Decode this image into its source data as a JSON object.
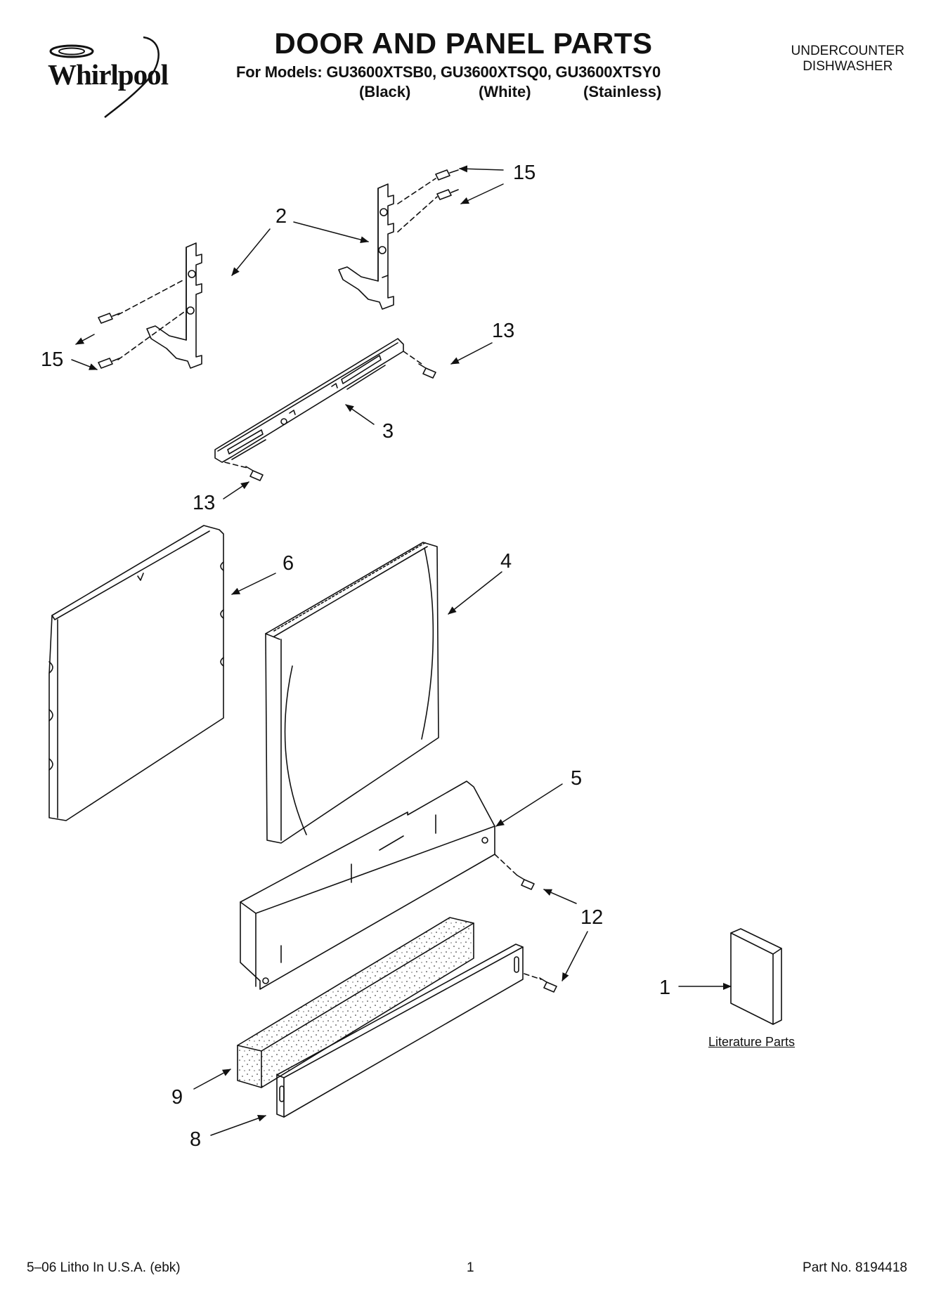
{
  "header": {
    "brand": "Whirlpool",
    "title": "DOOR AND PANEL PARTS",
    "models_line": "For Models: GU3600XTSB0, GU3600XTSQ0, GU3600XTSY0",
    "colors": [
      "(Black)",
      "(White)",
      "(Stainless)"
    ],
    "appliance_line1": "UNDERCOUNTER",
    "appliance_line2": "DISHWASHER"
  },
  "callouts": {
    "c15a": "15",
    "c2": "2",
    "c15b": "15",
    "c13a": "13",
    "c3": "3",
    "c13b": "13",
    "c6": "6",
    "c4": "4",
    "c5": "5",
    "c12": "12",
    "c1": "1",
    "c9": "9",
    "c8": "8"
  },
  "literature_label": "Literature Parts",
  "footer": {
    "litho": "5–06 Litho In U.S.A. (ebk)",
    "page": "1",
    "part_no": "Part No. 8194418"
  }
}
